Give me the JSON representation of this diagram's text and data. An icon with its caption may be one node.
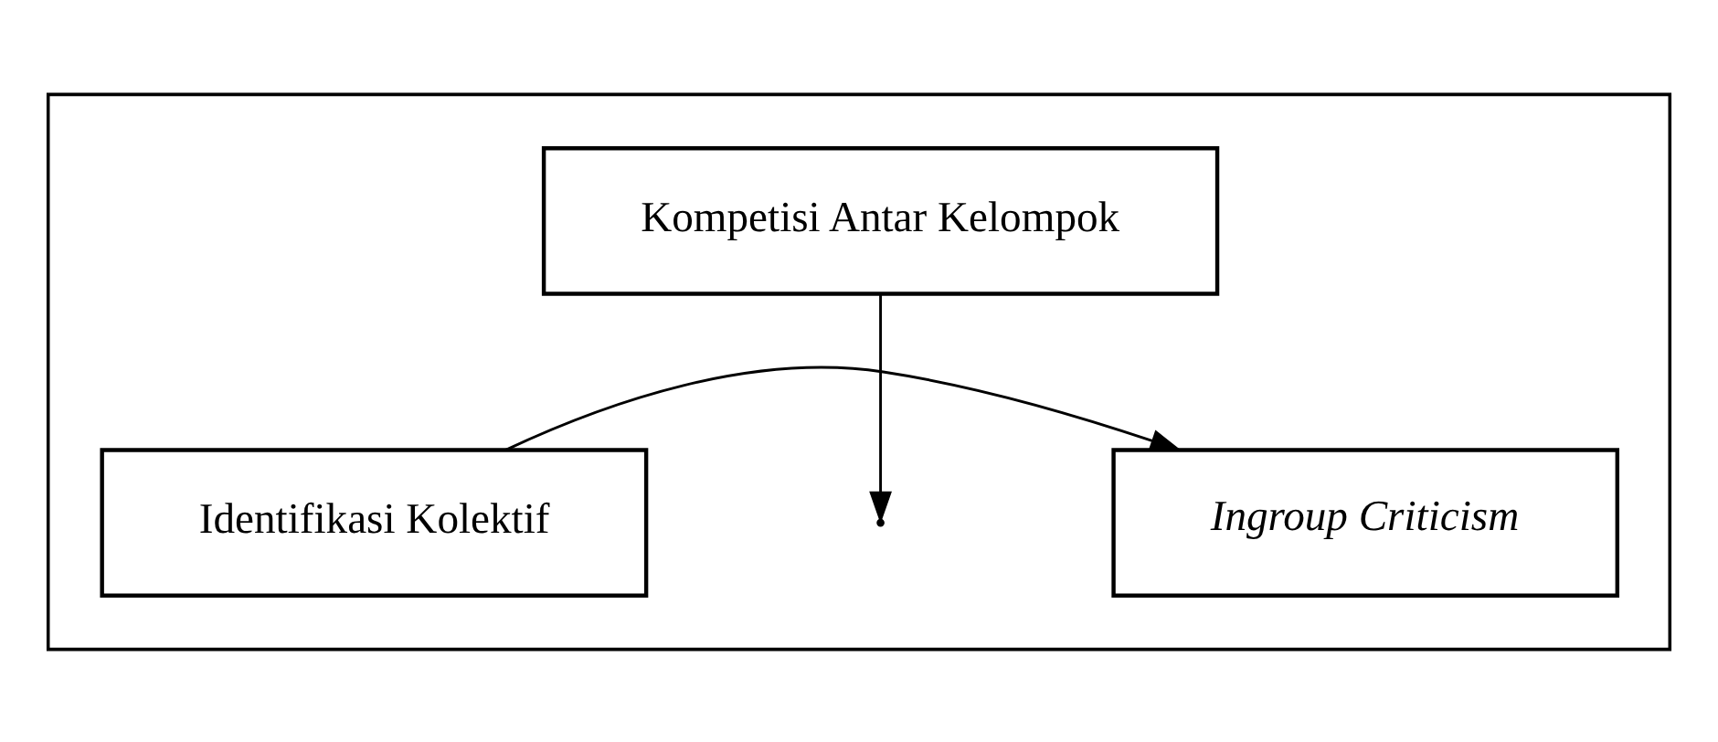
{
  "diagram": {
    "nodes": [
      {
        "text": [],
        "shape": "box"
      },
      {
        "text": [
          "Kompetisi Antar Kelompok"
        ],
        "in": 0
      },
      {
        "text": [
          "Identifikasi Kolektif"
        ],
        "in": 0
      },
      {
        "text": [
          "Ingroup Criticism"
        ],
        "in": 0
      }
    ],
    "edges": [
      {
        "from": 2,
        "to": 3,
        "arrow": "to"
      },
      {
        "from": 1,
        "to": null,
        "arrow": "to"
      }
    ]
  }
}
